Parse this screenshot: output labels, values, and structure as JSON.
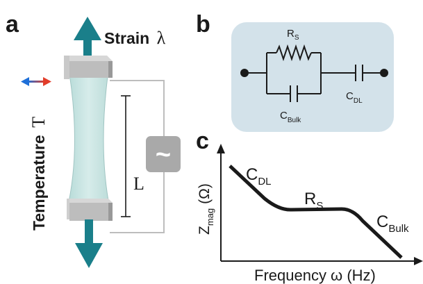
{
  "panels": {
    "a": {
      "letter": "a",
      "strain_label": "Strain",
      "strain_symbol": "λ",
      "temperature_label": "Temperature",
      "temperature_symbol": "T",
      "length_label": "L",
      "source_symbol": "~"
    },
    "b": {
      "letter": "b",
      "resistor_label": {
        "base": "R",
        "sub": "S"
      },
      "bulk_capacitor_label": {
        "base": "C",
        "sub": "Bulk"
      },
      "dl_capacitor_label": {
        "base": "C",
        "sub": "DL"
      }
    },
    "c": {
      "letter": "c",
      "y_axis_label": {
        "base": "Z",
        "sub": "mag",
        "unit": "(Ω)"
      },
      "x_axis_label": "Frequency ω (Hz)",
      "curve_labels": [
        {
          "base": "C",
          "sub": "DL"
        },
        {
          "base": "R",
          "sub": "S"
        },
        {
          "base": "C",
          "sub": "Bulk"
        }
      ]
    }
  },
  "colors": {
    "arrow_teal": "#1a7f8a",
    "film": "#c7e4e2",
    "circuit_box": "#d3e2ea",
    "clamp": "#b8b8b8",
    "wire": "#bdbdbd",
    "source_box": "#a9a9a9",
    "temp_hot": "#e23d2a",
    "temp_cold": "#1e6fd8",
    "ink": "#1a1a1a"
  }
}
